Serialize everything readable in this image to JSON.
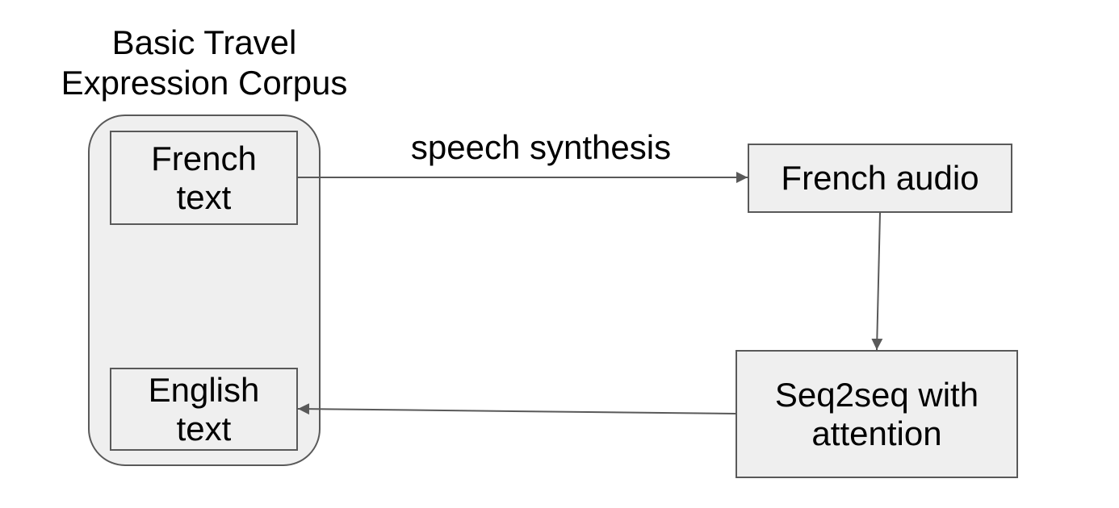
{
  "diagram": {
    "group": {
      "title_line1": "Basic Travel",
      "title_line2": "Expression Corpus"
    },
    "nodes": {
      "french_text": {
        "line1": "French",
        "line2": "text"
      },
      "english_text": {
        "line1": "English",
        "line2": "text"
      },
      "french_audio": {
        "label": "French audio"
      },
      "seq2seq": {
        "line1": "Seq2seq with",
        "line2": "attention"
      }
    },
    "edges": [
      {
        "from": "french_text",
        "to": "french_audio",
        "label": "speech synthesis"
      },
      {
        "from": "french_audio",
        "to": "seq2seq",
        "label": ""
      },
      {
        "from": "seq2seq",
        "to": "english_text",
        "label": ""
      }
    ],
    "colors": {
      "node_fill": "#efefef",
      "stroke": "#595959",
      "text": "#000000"
    }
  }
}
